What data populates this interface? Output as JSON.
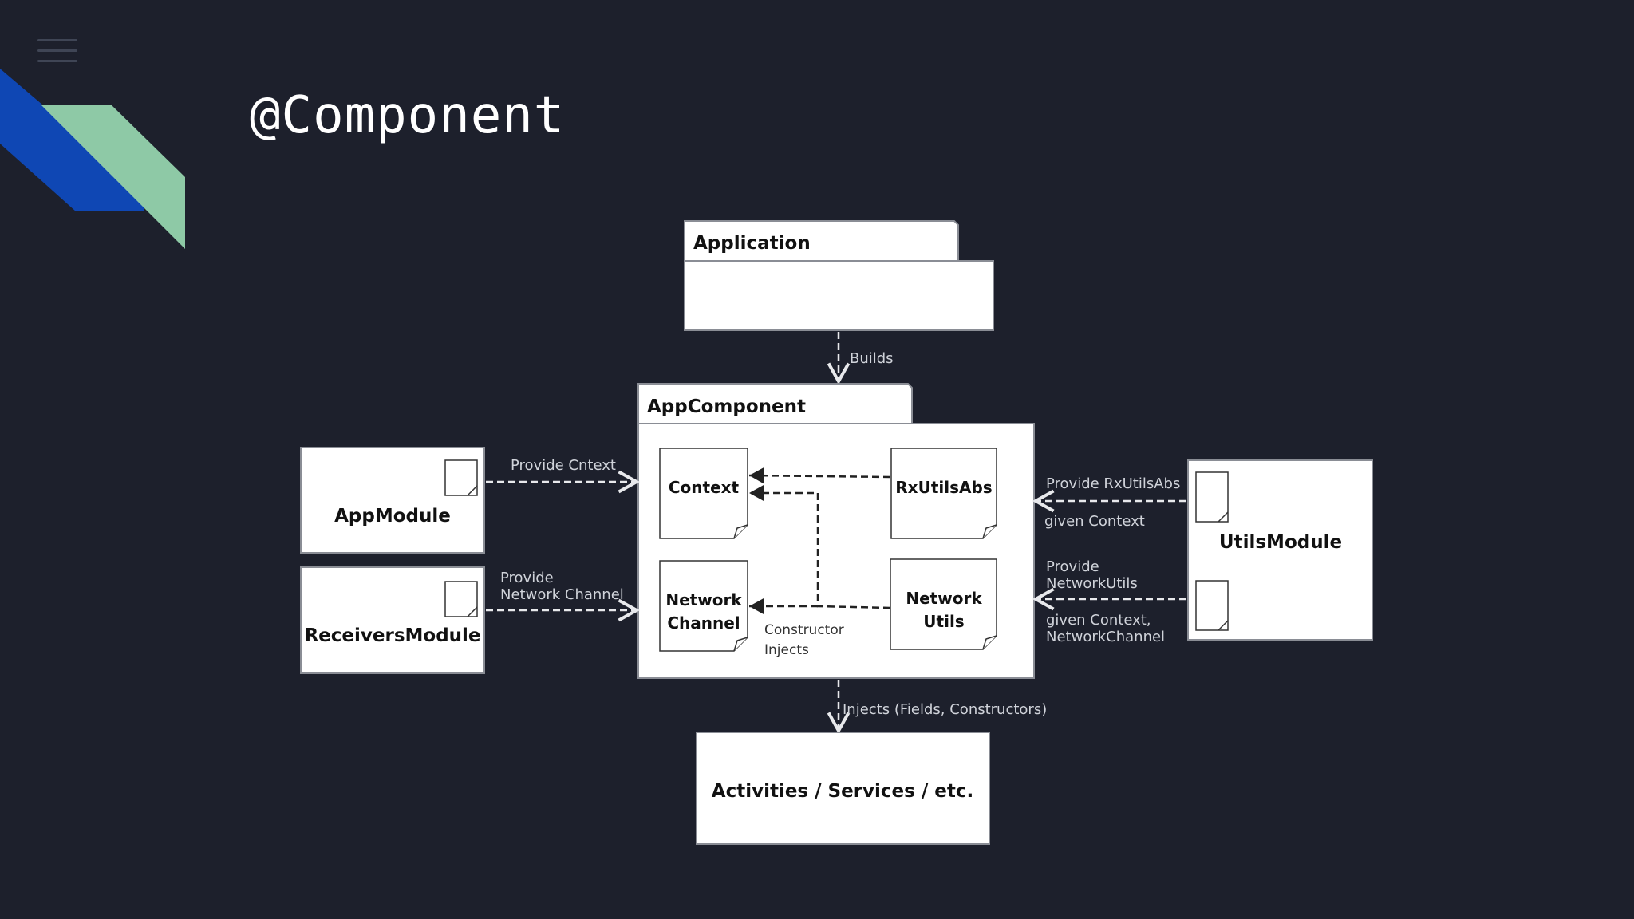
{
  "title": "@Component",
  "colors": {
    "background": "#1d202c",
    "accent_blue": "#0f47b4",
    "accent_green": "#8ec9a6"
  },
  "diagram": {
    "application": {
      "title": "Application"
    },
    "app_component": {
      "title": "AppComponent"
    },
    "app_module": {
      "label": "AppModule"
    },
    "receivers_module": {
      "label": "ReceiversModule"
    },
    "utils_module": {
      "label": "UtilsModule"
    },
    "activities": {
      "label": "Activities / Services / etc."
    },
    "inner": {
      "context": "Context",
      "rxutilsabs": "RxUtilsAbs",
      "network_channel": [
        "Network",
        "Channel"
      ],
      "network_utils": [
        "Network",
        "Utils"
      ],
      "constructor_injects": [
        "Constructor",
        "Injects"
      ]
    },
    "edges": {
      "builds": "Builds",
      "provide_context": "Provide Cntext",
      "provide_network_channel": [
        "Provide",
        "Network Channel"
      ],
      "provide_rxutilsabs": "Provide RxUtilsAbs",
      "given_context": "given Context",
      "provide_networkutils": [
        "Provide",
        "NetworkUtils"
      ],
      "given_context_networkchannel": [
        "given Context,",
        "NetworkChannel"
      ],
      "injects": "Injects (Fields, Constructors)"
    }
  }
}
